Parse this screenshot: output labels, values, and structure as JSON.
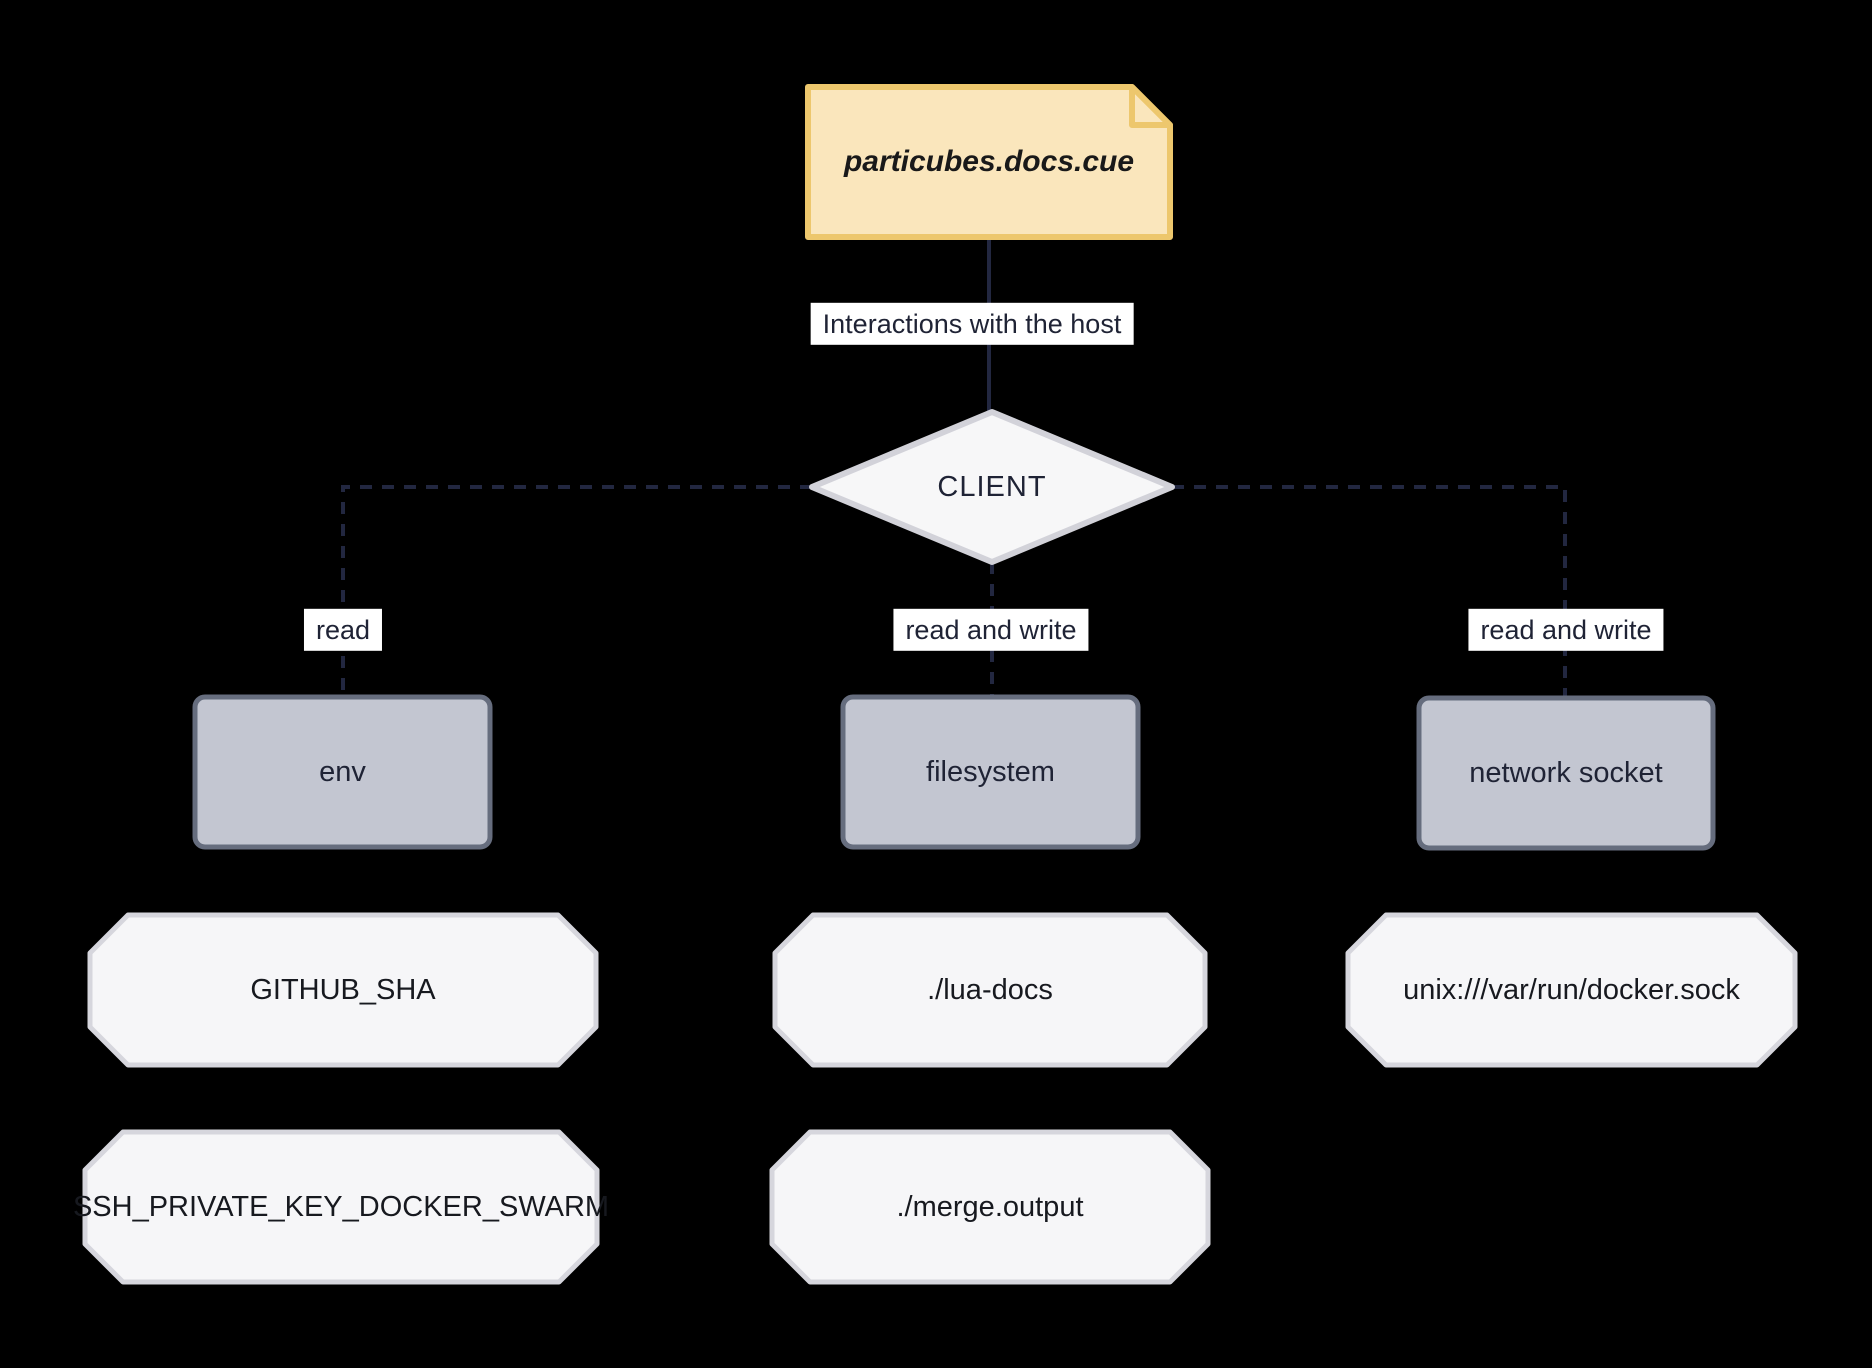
{
  "diagram_type": "flowchart",
  "colors": {
    "background": "#000000",
    "edge_line": "#222740",
    "edge_label_bg": "#ffffff",
    "edge_label_text": "#1f2335",
    "note_fill": "#fae6bc",
    "note_border": "#edc76d",
    "client_fill": "#f7f7f8",
    "client_border": "#d2d2d9",
    "host_fill": "#c3c6d1",
    "host_border": "#666d7e",
    "resource_fill": "#f6f6f8",
    "resource_border": "#d6d6dd"
  },
  "note": {
    "label": "particubes.docs.cue"
  },
  "client": {
    "label": "CLIENT"
  },
  "edges": {
    "note_to_client": {
      "label": "Interactions with the host",
      "style": "solid"
    },
    "client_to_env": {
      "label": "read",
      "style": "dashed"
    },
    "client_to_filesystem": {
      "label": "read and write",
      "style": "dashed"
    },
    "client_to_network_socket": {
      "label": "read and write",
      "style": "dashed"
    }
  },
  "hosts": [
    {
      "id": "env",
      "label": "env"
    },
    {
      "id": "filesystem",
      "label": "filesystem"
    },
    {
      "id": "network-socket",
      "label": "network socket"
    }
  ],
  "resources": [
    {
      "column": "env",
      "label": "GITHUB_SHA"
    },
    {
      "column": "env",
      "label": "SSH_PRIVATE_KEY_DOCKER_SWARM"
    },
    {
      "column": "filesystem",
      "label": "./lua-docs"
    },
    {
      "column": "filesystem",
      "label": "./merge.output"
    },
    {
      "column": "network-socket",
      "label": "unix:///var/run/docker.sock"
    }
  ]
}
